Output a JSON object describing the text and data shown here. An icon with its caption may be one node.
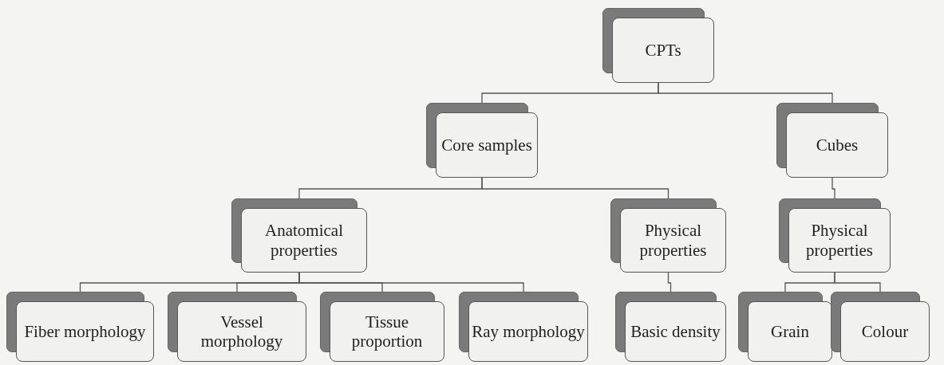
{
  "diagram": {
    "nodes": [
      {
        "text": [
          "CPTs"
        ]
      },
      {
        "text": [
          "Core samples"
        ]
      },
      {
        "text": [
          "Cubes"
        ]
      },
      {
        "text": [
          "Anatomical properties"
        ]
      },
      {
        "text": [
          "Physical properties"
        ]
      },
      {
        "text": [
          "Physical properties"
        ]
      },
      {
        "text": [
          "Fiber morphology"
        ]
      },
      {
        "text": [
          "Vessel morphology"
        ]
      },
      {
        "text": [
          "Tissue proportion"
        ]
      },
      {
        "text": [
          "Ray morphology"
        ]
      },
      {
        "text": [
          "Basic density"
        ]
      },
      {
        "text": [
          "Grain"
        ]
      },
      {
        "text": [
          "Colour"
        ]
      }
    ],
    "edges": [
      {
        "from": 0,
        "to": 1,
        "arrow": "none"
      },
      {
        "from": 0,
        "to": 2,
        "arrow": "none"
      },
      {
        "from": 1,
        "to": 3,
        "arrow": "none"
      },
      {
        "from": 1,
        "to": 4,
        "arrow": "none"
      },
      {
        "from": 2,
        "to": 5,
        "arrow": "none"
      },
      {
        "from": 3,
        "to": 6,
        "arrow": "none"
      },
      {
        "from": 3,
        "to": 7,
        "arrow": "none"
      },
      {
        "from": 3,
        "to": 8,
        "arrow": "none"
      },
      {
        "from": 3,
        "to": 9,
        "arrow": "none"
      },
      {
        "from": 4,
        "to": 10,
        "arrow": "none"
      },
      {
        "from": 5,
        "to": 11,
        "arrow": "none"
      },
      {
        "from": 5,
        "to": 12,
        "arrow": "none"
      }
    ]
  }
}
